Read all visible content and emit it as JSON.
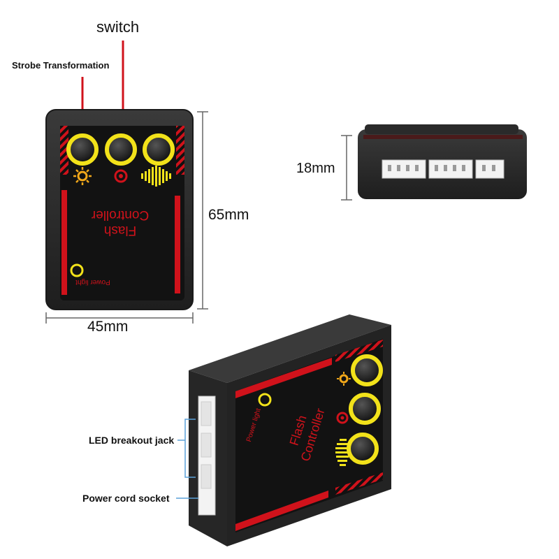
{
  "callouts": {
    "switch": "switch",
    "strobe_transformation": "Strobe Transformation",
    "led_breakout_jack": "LED breakout jack",
    "power_cord_socket": "Power cord socket"
  },
  "dimensions": {
    "height": "65mm",
    "width": "45mm",
    "depth": "18mm"
  },
  "device": {
    "name_line1": "Flash",
    "name_line2": "Controller",
    "power_light": "Power light"
  },
  "colors": {
    "case": "#2a2a2a",
    "panel": "#121212",
    "accent_red": "#d0121b",
    "accent_yellow": "#f2e21a",
    "callout_line": "#5aa0d8"
  },
  "icons": [
    "sun-mode-icon",
    "dot-mode-icon",
    "wave-mode-icon"
  ]
}
